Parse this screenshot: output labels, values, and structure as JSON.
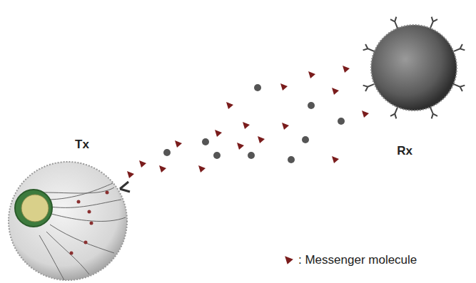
{
  "diagram": {
    "nodes": [
      {
        "text": [
          "Tx"
        ]
      },
      {
        "text": [
          "Rx"
        ]
      }
    ],
    "legend": [
      {
        "text": ": Messenger molecule"
      }
    ]
  }
}
